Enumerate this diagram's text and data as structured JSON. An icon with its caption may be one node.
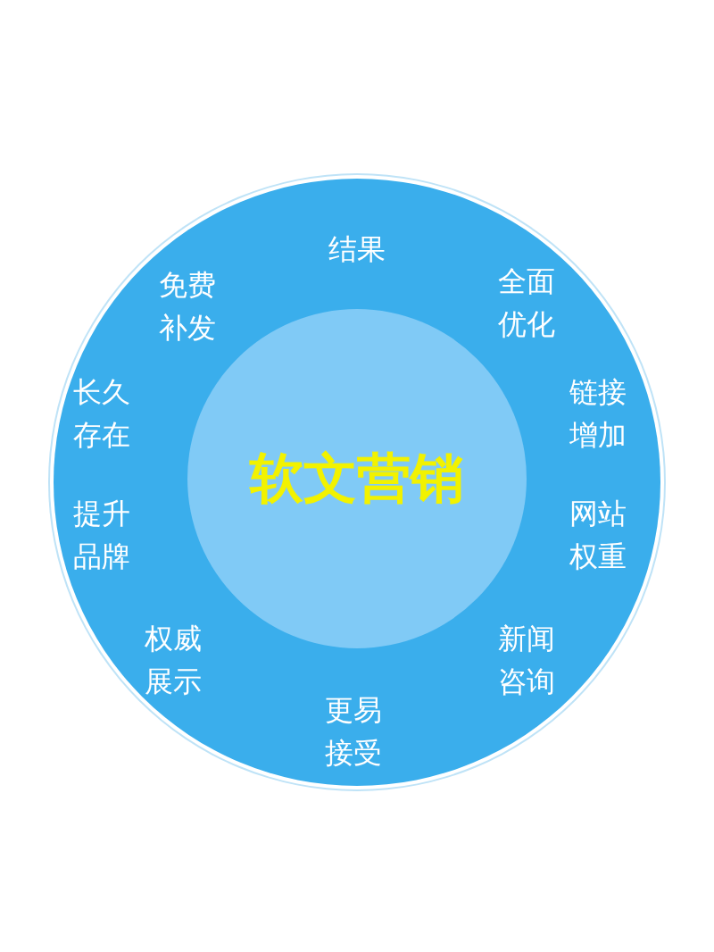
{
  "diagram": {
    "nodes": [
      {
        "text": [],
        "shape": "circle"
      },
      {
        "text": [
          "软文营销"
        ],
        "in": 0
      }
    ],
    "edges": [],
    "labels": [
      "结果",
      "免费补发",
      "全面优化",
      "长久存在",
      "链接增加",
      "提升品牌",
      "网站权重",
      "权威展示",
      "新闻咨询",
      "更易接受"
    ]
  }
}
